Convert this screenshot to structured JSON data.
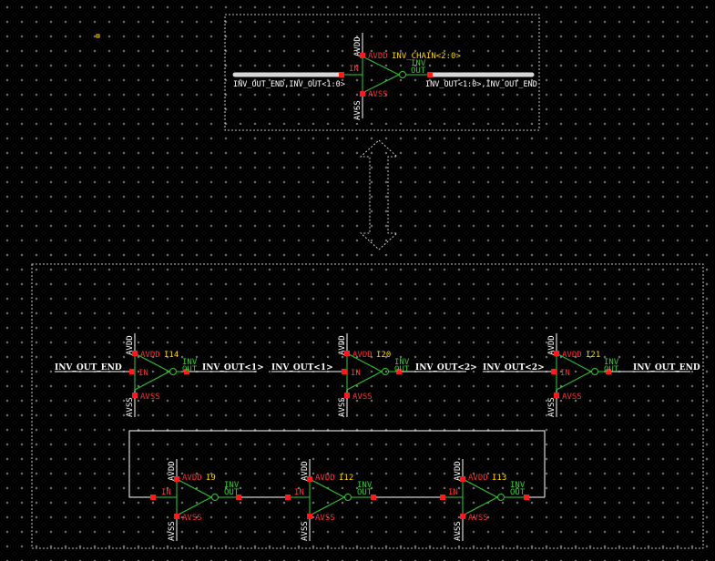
{
  "symbol": {
    "instance": "INV_CHAIN<2:0>",
    "cell": "INV",
    "pin_avdd": "AVDD",
    "pin_avss": "AVSS",
    "pin_in": "IN",
    "pin_out": "OUT",
    "net_in": "INV_OUT_END,INV_OUT<1:0>",
    "net_out": "INV_OUT<1:0>,INV_OUT_END"
  },
  "expanded_row": [
    {
      "instance": "I14",
      "cell": "INV",
      "avdd": "AVDD",
      "avss": "AVSS",
      "in": "IN",
      "out": "OUT",
      "avdd_rail": "AVDD",
      "avss_rail": "AVSS",
      "net_in": "INV_OUT_END",
      "net_out": "INV_OUT<1>"
    },
    {
      "instance": "I20",
      "cell": "INV",
      "avdd": "AVDD",
      "avss": "AVSS",
      "in": "IN",
      "out": "OUT",
      "avdd_rail": "AVDD",
      "avss_rail": "AVSS",
      "net_in": "INV_OUT<1>",
      "net_out": "INV_OUT<2>"
    },
    {
      "instance": "I21",
      "cell": "INV",
      "avdd": "AVDD",
      "avss": "AVSS",
      "in": "IN",
      "out": "OUT",
      "avdd_rail": "AVDD",
      "avss_rail": "AVSS",
      "net_in": "INV_OUT<2>",
      "net_out": "INV_OUT_END"
    }
  ],
  "ring_row": [
    {
      "instance": "I9",
      "cell": "INV",
      "avdd": "AVDD",
      "avss": "AVSS",
      "in": "IN",
      "out": "OUT",
      "avdd_rail": "AVDD",
      "avss_rail": "AVSS"
    },
    {
      "instance": "I12",
      "cell": "INV",
      "avdd": "AVDD",
      "avss": "AVSS",
      "in": "IN",
      "out": "OUT",
      "avdd_rail": "AVDD",
      "avss_rail": "AVSS"
    },
    {
      "instance": "I13",
      "cell": "INV",
      "avdd": "AVDD",
      "avss": "AVSS",
      "in": "IN",
      "out": "OUT",
      "avdd_rail": "AVDD",
      "avss_rail": "AVSS"
    }
  ],
  "colors": {
    "background": "#000000",
    "grid_dot": "#8a8a8a",
    "wire": "#ffffff",
    "symbol_body": "#33cc33",
    "pin": "#ff1a1a",
    "pin_label": "#ff3030",
    "instance_label": "#ffd700",
    "cell_label": "#33cc33",
    "dashed_box": "#ffffff",
    "arrow": "#ffffff"
  }
}
